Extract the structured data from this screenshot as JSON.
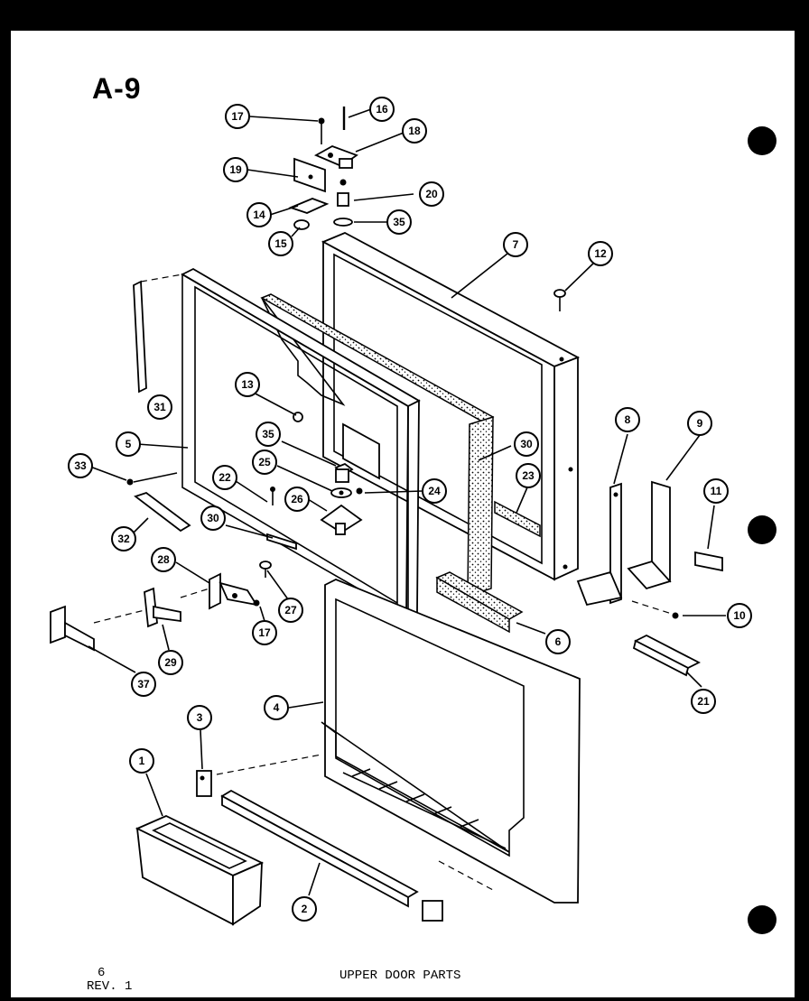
{
  "page": {
    "title": "A-9",
    "page_number": "6",
    "revision": "REV. 1",
    "caption": "UPPER DOOR PARTS"
  },
  "callouts": [
    {
      "label": "17"
    },
    {
      "label": "16"
    },
    {
      "label": "18"
    },
    {
      "label": "19"
    },
    {
      "label": "20"
    },
    {
      "label": "14"
    },
    {
      "label": "35"
    },
    {
      "label": "15"
    },
    {
      "label": "7"
    },
    {
      "label": "12"
    },
    {
      "label": "31"
    },
    {
      "label": "13"
    },
    {
      "label": "35"
    },
    {
      "label": "25"
    },
    {
      "label": "30"
    },
    {
      "label": "5"
    },
    {
      "label": "33"
    },
    {
      "label": "22"
    },
    {
      "label": "24"
    },
    {
      "label": "23"
    },
    {
      "label": "26"
    },
    {
      "label": "30"
    },
    {
      "label": "32"
    },
    {
      "label": "8"
    },
    {
      "label": "9"
    },
    {
      "label": "11"
    },
    {
      "label": "28"
    },
    {
      "label": "27"
    },
    {
      "label": "17"
    },
    {
      "label": "29"
    },
    {
      "label": "37"
    },
    {
      "label": "10"
    },
    {
      "label": "6"
    },
    {
      "label": "21"
    },
    {
      "label": "4"
    },
    {
      "label": "3"
    },
    {
      "label": "1"
    },
    {
      "label": "2"
    }
  ]
}
